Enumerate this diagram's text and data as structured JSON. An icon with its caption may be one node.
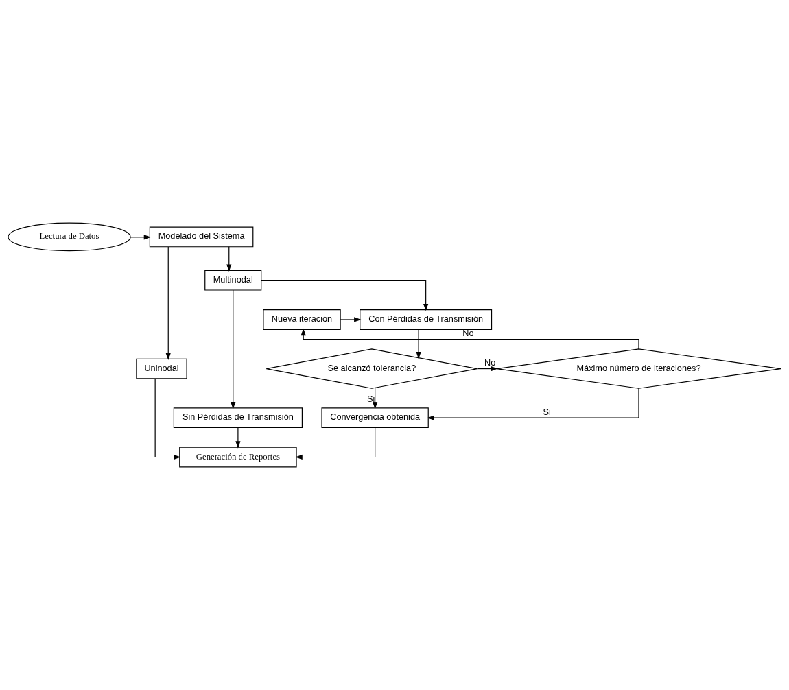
{
  "diagram": {
    "nodes": [
      {
        "text": [
          "Modelado del Sistema"
        ]
      },
      {
        "text": [
          "Lectura de Datos"
        ]
      },
      {
        "text": [
          "Uninodal"
        ]
      },
      {
        "text": [
          "Multinodal"
        ]
      },
      {
        "text": [
          "Sin Pérdidas de Transmisión"
        ]
      },
      {
        "text": [
          "Con Pérdidas de Transmisión"
        ]
      },
      {
        "text": [
          "Nueva iteración"
        ]
      },
      {
        "text": [
          "Se alcanzó tolerancia?"
        ]
      },
      {
        "text": [
          "Máximo número de iteraciones?"
        ]
      },
      {
        "text": [
          "Convergencia obtenida"
        ]
      },
      {
        "text": [
          "Generación de Reportes"
        ]
      }
    ],
    "edges": [
      {
        "from": 1,
        "to": 0,
        "arrow": "to"
      },
      {
        "from": 0,
        "to": 2,
        "arrow": "to"
      },
      {
        "from": 0,
        "to": 3,
        "arrow": "to"
      },
      {
        "from": 3,
        "to": 4,
        "arrow": "to"
      },
      {
        "from": 3,
        "to": 5,
        "arrow": "to"
      },
      {
        "from": 5,
        "to": 7,
        "arrow": "to"
      },
      {
        "from": 7,
        "to": 8,
        "label": "No",
        "arrow": "to"
      },
      {
        "from": 8,
        "to": 6,
        "label": "No",
        "arrow": "to"
      },
      {
        "from": 6,
        "to": 5,
        "arrow": "to"
      },
      {
        "from": 7,
        "to": 9,
        "label": "Si",
        "arrow": "to"
      },
      {
        "from": 8,
        "to": 9,
        "label": "Si",
        "arrow": "to"
      },
      {
        "from": 4,
        "to": 10,
        "arrow": "to"
      },
      {
        "from": 2,
        "to": 10,
        "arrow": "to"
      },
      {
        "from": 9,
        "to": 10,
        "arrow": "to"
      }
    ]
  }
}
